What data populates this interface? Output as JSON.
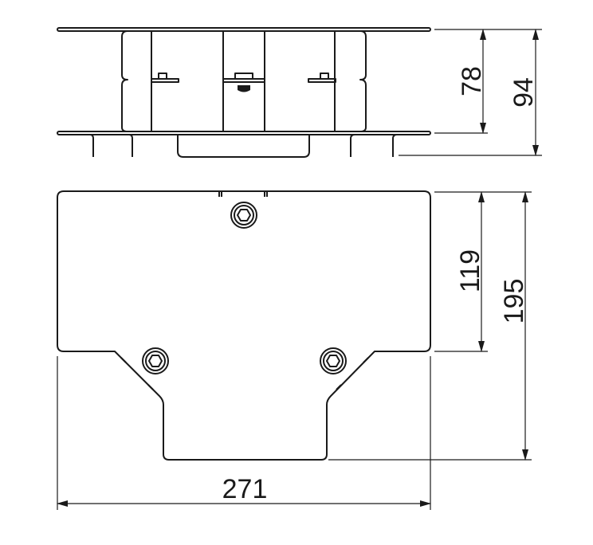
{
  "dimensions": {
    "top_view_height_inner": "78",
    "top_view_height_total": "94",
    "plan_depth_main": "119",
    "plan_depth_total": "195",
    "plan_width": "271"
  }
}
